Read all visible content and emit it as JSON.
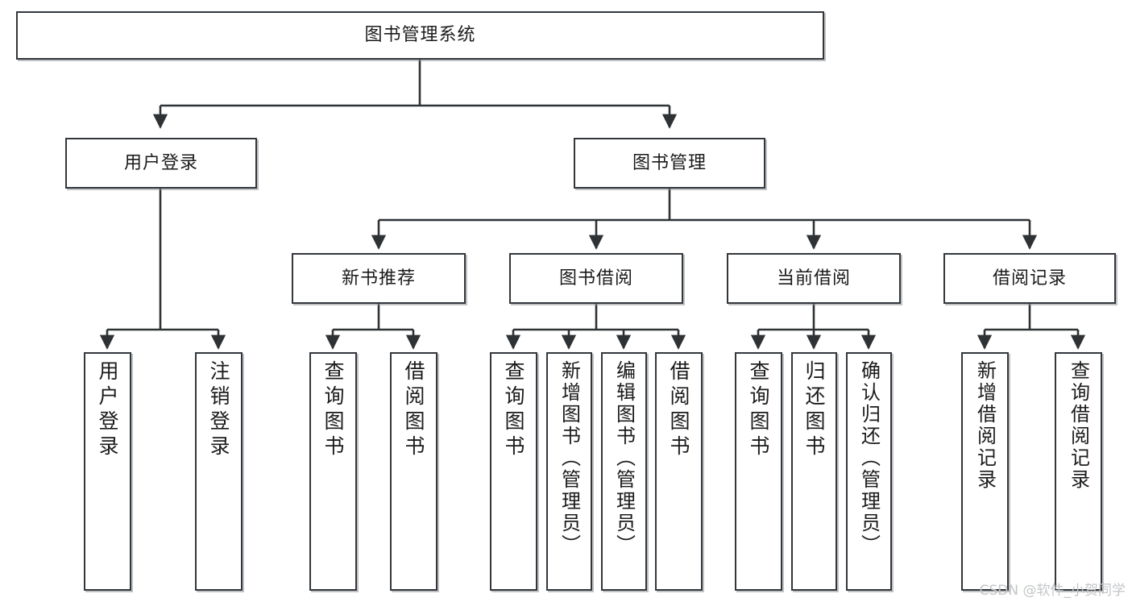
{
  "diagram": {
    "title": "图书管理系统",
    "type": "tree-hierarchy",
    "root": {
      "id": "root",
      "label": "图书管理系统"
    },
    "level2": [
      {
        "id": "user-login",
        "label": "用户登录"
      },
      {
        "id": "book-manage",
        "label": "图书管理"
      }
    ],
    "level3": [
      {
        "id": "new-book-recommend",
        "label": "新书推荐",
        "parent": "book-manage"
      },
      {
        "id": "book-borrow",
        "label": "图书借阅",
        "parent": "book-manage"
      },
      {
        "id": "current-borrow",
        "label": "当前借阅",
        "parent": "book-manage"
      },
      {
        "id": "borrow-record",
        "label": "借阅记录",
        "parent": "book-manage"
      }
    ],
    "leaves": [
      {
        "id": "leaf-user-login",
        "label": "用户登录",
        "parent": "user-login"
      },
      {
        "id": "leaf-logout-login",
        "label": "注销登录",
        "parent": "user-login"
      },
      {
        "id": "leaf-query-book-1",
        "label": "查询图书",
        "parent": "new-book-recommend"
      },
      {
        "id": "leaf-borrow-book-1",
        "label": "借阅图书",
        "parent": "new-book-recommend"
      },
      {
        "id": "leaf-query-book-2",
        "label": "查询图书",
        "parent": "book-borrow"
      },
      {
        "id": "leaf-add-book",
        "label": "新增图书（管理员）",
        "parent": "book-borrow"
      },
      {
        "id": "leaf-edit-book",
        "label": "编辑图书（管理员）",
        "parent": "book-borrow"
      },
      {
        "id": "leaf-borrow-book-2",
        "label": "借阅图书",
        "parent": "book-borrow"
      },
      {
        "id": "leaf-query-book-3",
        "label": "查询图书",
        "parent": "current-borrow"
      },
      {
        "id": "leaf-return-book",
        "label": "归还图书",
        "parent": "current-borrow"
      },
      {
        "id": "leaf-confirm-return",
        "label": "确认归还（管理员）",
        "parent": "current-borrow"
      },
      {
        "id": "leaf-add-record",
        "label": "新增借阅记录",
        "parent": "borrow-record"
      },
      {
        "id": "leaf-query-record",
        "label": "查询借阅记录",
        "parent": "borrow-record"
      }
    ]
  },
  "watermark": {
    "text": "CSDN @软件_小贺同学"
  },
  "colors": {
    "box_border": "#33373b",
    "box_fill": "#ffffff",
    "line": "#2f3235",
    "text": "#1b1b1b",
    "watermark": "#c3c5c7"
  }
}
